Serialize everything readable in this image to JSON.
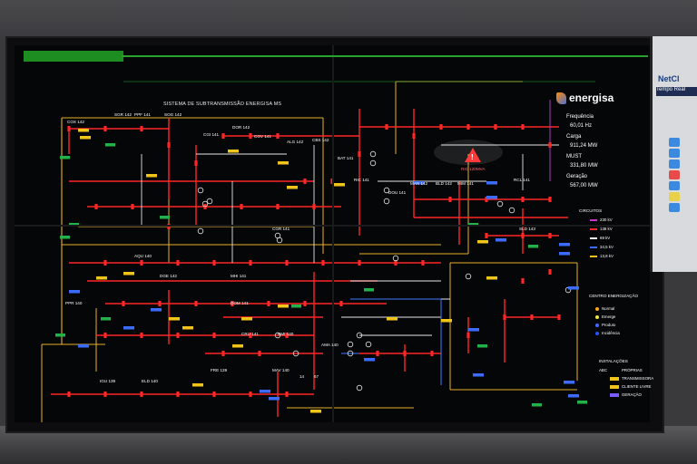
{
  "screen_header": {
    "label": ""
  },
  "diagram_title": "SISTEMA DE SUBTRANSMISSÃO ENERGISA MS",
  "brand": "energisa",
  "side_app": {
    "title": "NetCl",
    "subtitle": "Tempo Real"
  },
  "alarm_label": "RIC 120MVA",
  "stats": [
    {
      "label": "Frequência",
      "value": "60,01  Hz"
    },
    {
      "label": "Carga",
      "value": "911,24  MW"
    },
    {
      "label": "MUST",
      "value": "331,80  MW"
    },
    {
      "label": "Geração",
      "value": "567,00  MW"
    }
  ],
  "legend_circuits": {
    "title": "CIRCUITOS",
    "items": [
      {
        "label": "230 kV",
        "color": "#cc33cc"
      },
      {
        "label": "138 kV",
        "color": "#ff2a2a"
      },
      {
        "label": "69 kV",
        "color": "#ffffff"
      },
      {
        "label": "34,5 kV",
        "color": "#3b6cff"
      },
      {
        "label": "13,8 kV",
        "color": "#f0c419"
      }
    ]
  },
  "legend_generation": {
    "title": "CENTRO ENERGIZAÇÃO",
    "items": [
      {
        "label": "Normal",
        "color": "#ffa51a"
      },
      {
        "label": "Emerge",
        "color": "#f0e442"
      },
      {
        "label": "Produto",
        "color": "#3b6cff"
      },
      {
        "label": "Incidência",
        "color": "#2255ff"
      }
    ]
  },
  "legend_installations": {
    "title": "INSTALAÇÕES",
    "items": [
      {
        "code": "ABC",
        "label": "PRÓPRIAS"
      },
      {
        "code": "",
        "label": "TRANSMISSORA"
      },
      {
        "code": "",
        "label": "CLIENTE LIVRE"
      },
      {
        "code": "",
        "label": "GERAÇÃO"
      }
    ]
  },
  "substations": [
    {
      "name": "COX\n142"
    },
    {
      "name": "SGR\n142"
    },
    {
      "name": "PPF\n141"
    },
    {
      "name": "SOG\n142"
    },
    {
      "name": "CGI\n141"
    },
    {
      "name": "DOR\n142"
    },
    {
      "name": "CGV\n141"
    },
    {
      "name": "ALG\n142"
    },
    {
      "name": "CBS\n142"
    },
    {
      "name": "BAT\n141"
    },
    {
      "name": "RIC\n141"
    },
    {
      "name": "DOU\n141"
    },
    {
      "name": "MAN\n142"
    },
    {
      "name": "BLD\n142"
    },
    {
      "name": "MIM\n141"
    },
    {
      "name": "RCL\n141"
    },
    {
      "name": "SLD\n143"
    },
    {
      "name": "CGR\n141"
    },
    {
      "name": "DGE\n142"
    },
    {
      "name": "MHI\n141"
    },
    {
      "name": "PPR\n140"
    },
    {
      "name": "AQU\n140"
    },
    {
      "name": "IGU\n139"
    },
    {
      "name": "ELD\n140"
    },
    {
      "name": "FRE\n139"
    },
    {
      "name": "MAV\n140"
    },
    {
      "name": "14"
    },
    {
      "name": "67"
    },
    {
      "name": "NMI\n140"
    },
    {
      "name": "AMA\n140"
    },
    {
      "name": "CRU\n141"
    },
    {
      "name": "DOM\n141"
    }
  ]
}
